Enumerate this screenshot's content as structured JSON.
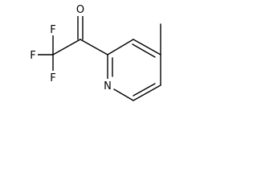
{
  "molecule": {
    "atoms": {
      "oxygen": "O",
      "fluorine_1": "F",
      "fluorine_2": "F",
      "fluorine_3": "F",
      "nitrogen": "N"
    },
    "colors": {
      "bond": "#000000",
      "label": "#000000",
      "background": "#ffffff"
    }
  }
}
